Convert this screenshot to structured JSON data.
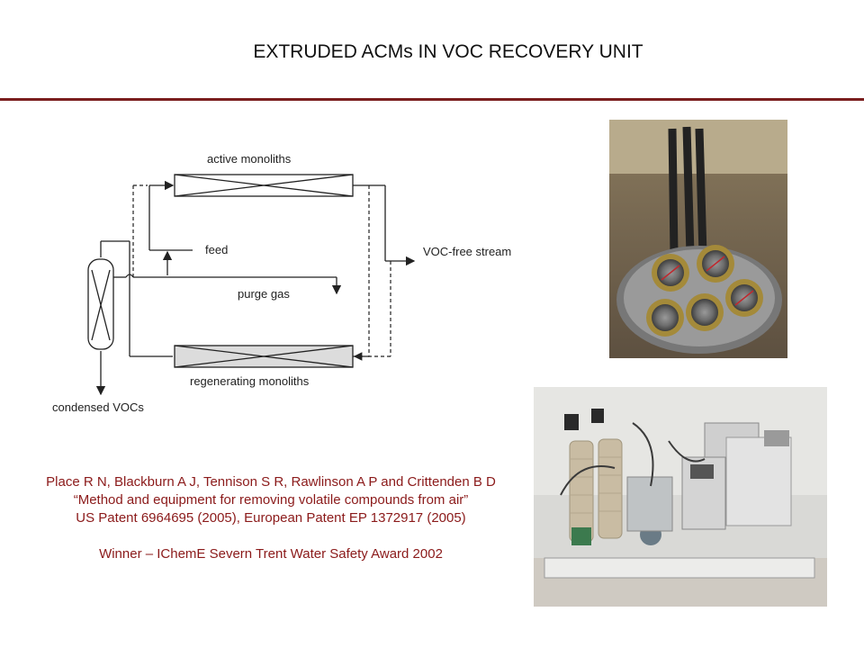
{
  "page": {
    "title": "EXTRUDED ACMs IN VOC RECOVERY UNIT",
    "rule_color": "#7a1e1e"
  },
  "diagram": {
    "labels": {
      "active_monoliths": "active monoliths",
      "feed": "feed",
      "voc_free_stream": "VOC-free stream",
      "purge_gas": "purge gas",
      "regenerating_monoliths": "regenerating monoliths",
      "condensed_vocs": "condensed VOCs"
    }
  },
  "caption": {
    "color": "#8b1a1a",
    "lines": [
      "Place R N, Blackburn A J, Tennison S R, Rawlinson A P and Crittenden B D",
      "“Method and equipment for removing volatile compounds from air”",
      "US Patent 6964695 (2005), European Patent EP 1372917 (2005)",
      "Winner – IChemE Severn Trent Water Safety Award 2002"
    ]
  }
}
